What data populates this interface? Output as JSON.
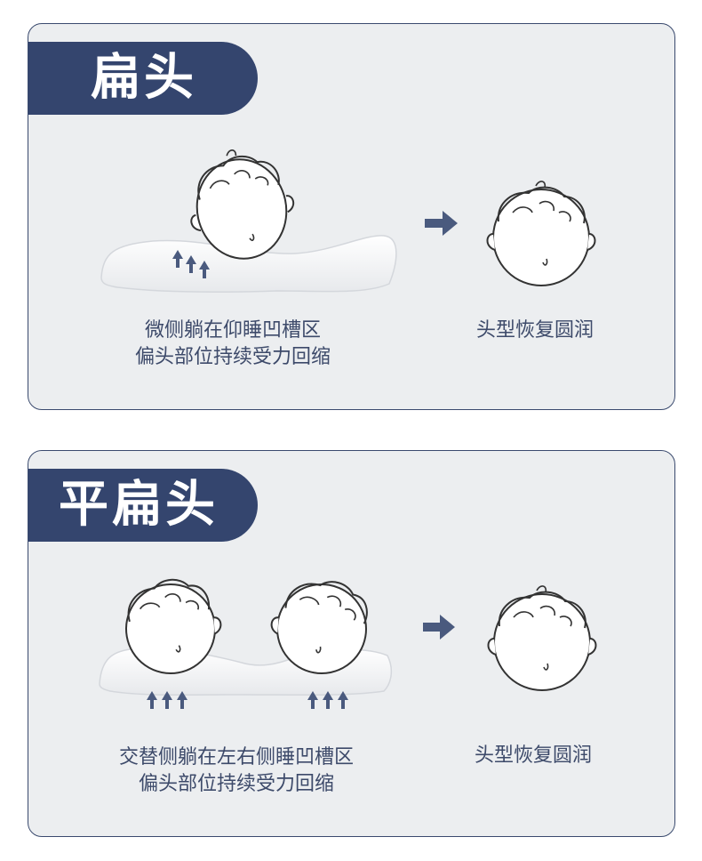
{
  "sections": [
    {
      "title": "扁头",
      "caption_line1": "微侧躺在仰睡凹槽区",
      "caption_line2": "偏头部位持续受力回缩",
      "result": "头型恢复圆润"
    },
    {
      "title": "平扁头",
      "caption_line1": "交替侧躺在左右侧睡凹槽区",
      "caption_line2": "偏头部位持续受力回缩",
      "result": "头型恢复圆润"
    }
  ],
  "colors": {
    "accent": "#34456e",
    "panel_bg": "#eceef0",
    "text": "#3d4a6a",
    "arrow": "#4a5a7e"
  },
  "icons": [
    "baby-head-icon",
    "pillow-icon",
    "up-arrow-icon",
    "right-arrow-icon"
  ]
}
